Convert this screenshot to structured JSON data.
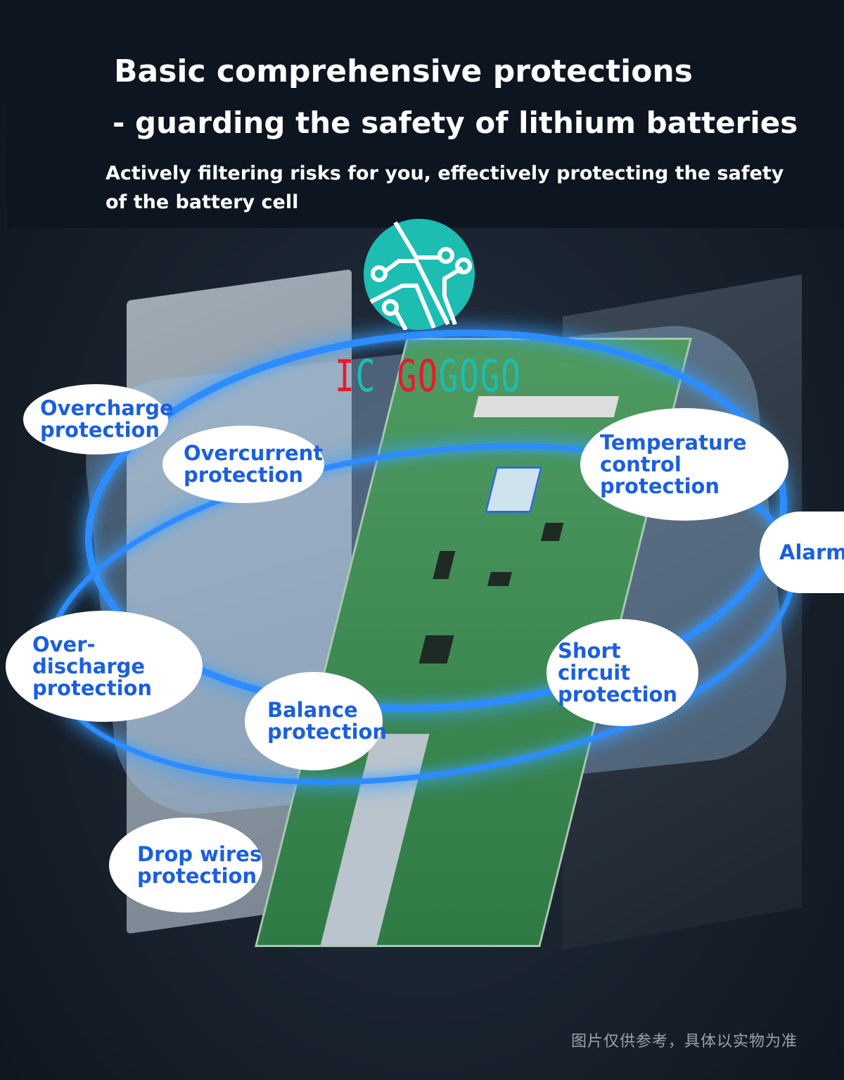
{
  "header": {
    "title_line1": "Basic comprehensive protections",
    "title_line2": "- guarding the safety of lithium batteries",
    "subtitle": "Actively filtering risks for you, effectively protecting the safety of the battery cell"
  },
  "logo": {
    "icon": "circuit-icon",
    "brand_parts": [
      "I",
      "C",
      " GO",
      "GOGO"
    ],
    "brand_colors": [
      "#e8192c",
      "#1dbdb2",
      "#e8192c",
      "#1dbdb2"
    ]
  },
  "features": [
    {
      "line1": "Overcharge",
      "line2": "protection"
    },
    {
      "line1": "Overcurrent",
      "line2": "protection"
    },
    {
      "line1": "Temperature",
      "line2": "control protection"
    },
    {
      "line1": "Alarm",
      "line2": ""
    },
    {
      "line1": "Over-discharge",
      "line2": "protection"
    },
    {
      "line1": "Balance",
      "line2": "protection"
    },
    {
      "line1": "Short circuit",
      "line2": "protection"
    },
    {
      "line1": "Drop wires",
      "line2": "protection"
    }
  ],
  "footnote": "图片仅供参考，具体以实物为准",
  "colors": {
    "accent": "#1b5fe0",
    "ring": "#2d8cff",
    "header_bg": "#0c1520"
  }
}
